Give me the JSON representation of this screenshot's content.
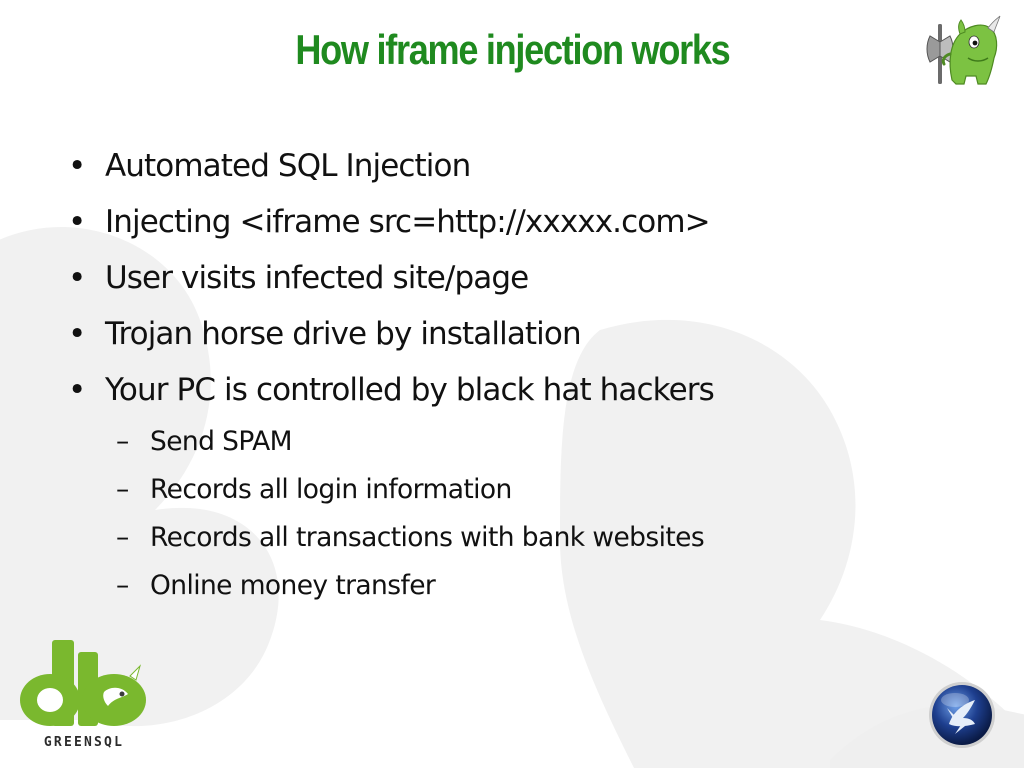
{
  "slide": {
    "title": "How iframe injection works",
    "bullets": [
      "Automated SQL Injection",
      "Injecting <iframe src=http://xxxxx.com>",
      "User visits infected site/page",
      "Trojan horse drive by installation",
      "Your PC is controlled by black hat hackers"
    ],
    "sub_bullets": [
      "Send SPAM",
      "Records all login information",
      "Records all transactions with bank websites",
      "Online money transfer"
    ],
    "bullet_symbol": "•",
    "dash_symbol": "–"
  },
  "logos": {
    "greensql_wordmark": "GREENSQL",
    "mascot_icon": "green-rhino-with-axe-icon",
    "owasp_icon": "owasp-wasp-icon"
  },
  "colors": {
    "title": "#1f8a1f",
    "text": "#111111",
    "brand_green": "#7ab82e",
    "watermark": "#f0f0f0",
    "owasp_blue": "#1e3f8f"
  }
}
